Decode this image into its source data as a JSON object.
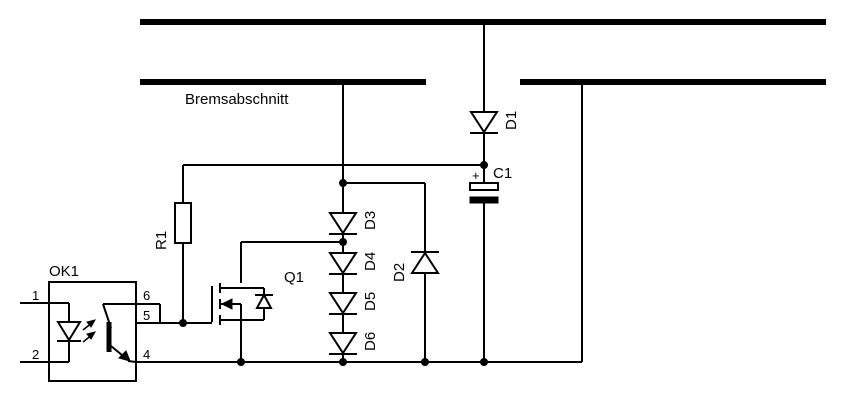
{
  "labels": {
    "section": "Bremsabschnitt",
    "optocoupler": "OK1",
    "r1": "R1",
    "q1": "Q1",
    "d1": "D1",
    "d2": "D2",
    "d3": "D3",
    "d4": "D4",
    "d5": "D5",
    "d6": "D6",
    "c1": "C1",
    "c1_plus": "+",
    "pin1": "1",
    "pin2": "2",
    "pin4": "4",
    "pin5": "5",
    "pin6": "6"
  }
}
